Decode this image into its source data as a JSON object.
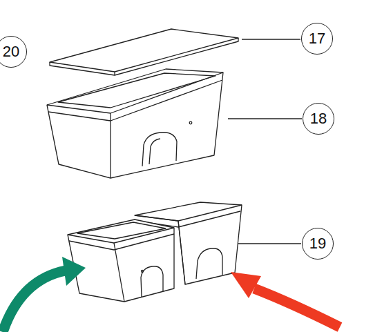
{
  "diagram": {
    "nodes": [
      {
        "text": [
          "20"
        ]
      },
      {
        "text": [
          "17"
        ]
      },
      {
        "text": [
          "18"
        ]
      },
      {
        "text": [
          "19"
        ]
      }
    ]
  }
}
